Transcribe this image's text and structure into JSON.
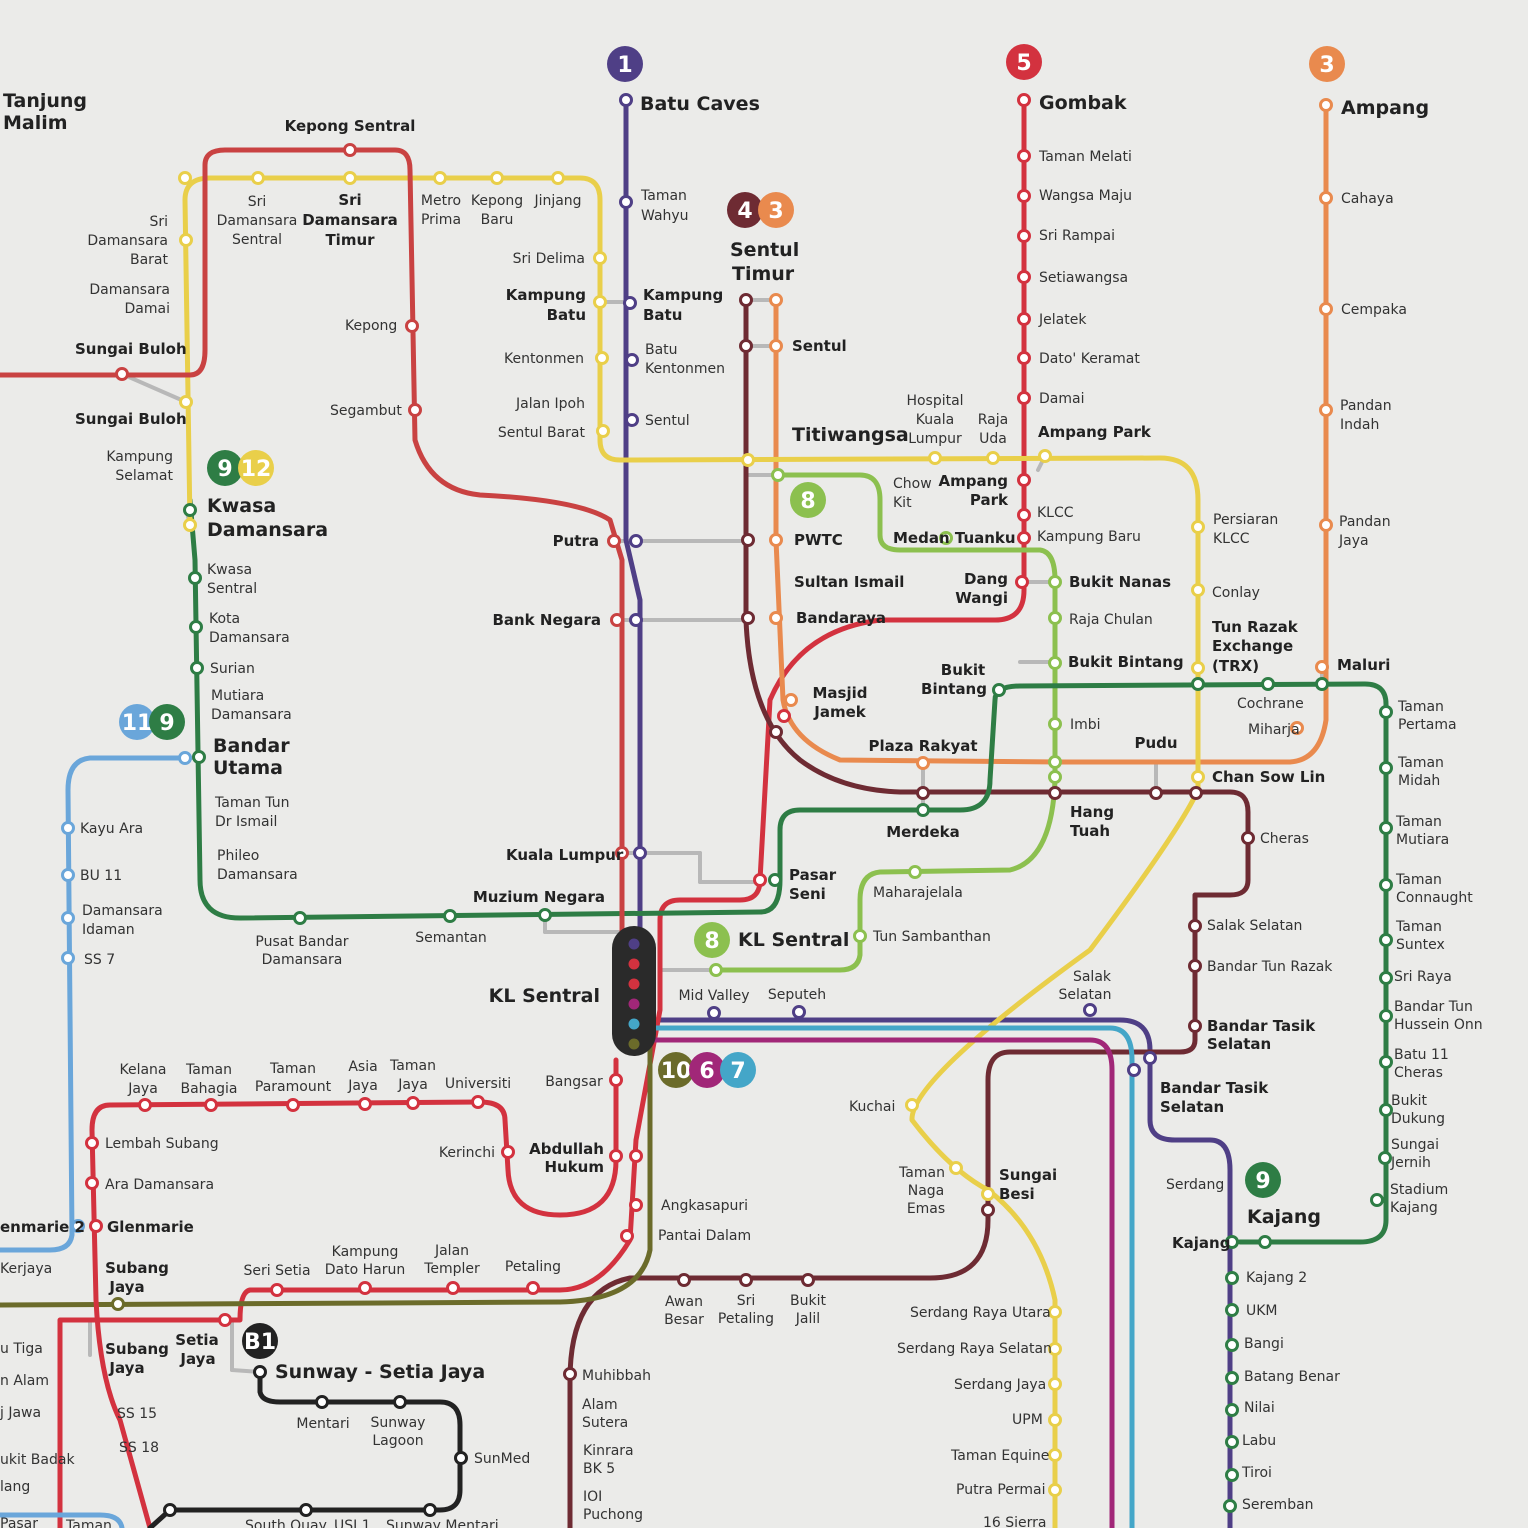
{
  "colors": {
    "line1": "#4f3f86",
    "line3": "#e98a4e",
    "line4": "#6e2b33",
    "line5": "#d3323f",
    "line8": "#8cc04f",
    "line9": "#2e7d45",
    "line11": "#6aa6da",
    "line12": "#e9cf4a",
    "olive": "#6b6b2a",
    "skybrt": "#44a6c8",
    "magenta": "#a12778",
    "transfer": "#b8b8b8",
    "brt": "#222222"
  },
  "badges": [
    {
      "text": "1",
      "color": "#4f3f86"
    },
    {
      "text": "5",
      "color": "#d3323f"
    },
    {
      "text": "3",
      "color": "#e98a4e"
    },
    {
      "text": "4",
      "color": "#6e2b33"
    },
    {
      "text": "3",
      "color": "#e98a4e"
    },
    {
      "text": "9",
      "color": "#2e7d45"
    },
    {
      "text": "12",
      "color": "#e9cf4a"
    },
    {
      "text": "8",
      "color": "#8cc04f"
    },
    {
      "text": "11",
      "color": "#6aa6da"
    },
    {
      "text": "9",
      "color": "#2e7d45"
    },
    {
      "text": "8",
      "color": "#8cc04f"
    },
    {
      "text": "10",
      "color": "#6b6b2a"
    },
    {
      "text": "6",
      "color": "#a12778"
    },
    {
      "text": "7",
      "color": "#44a6c8"
    },
    {
      "text": "9",
      "color": "#2e7d45"
    },
    {
      "text": "B1",
      "color": "#222222"
    }
  ],
  "labels": [
    "Tanjung",
    "Malim",
    "Kepong Sentral",
    "Batu Caves",
    "Gombak",
    "Ampang",
    "Sri",
    "Damansara",
    "Sentral",
    "Sri",
    "Damansara",
    "Timur",
    "Metro",
    "Prima",
    "Kepong",
    "Baru",
    "Jinjang",
    "Sri",
    "Damansara",
    "Barat",
    "Damansara",
    "Damai",
    "Sungai Buloh",
    "Sungai Buloh",
    "Kepong",
    "Segambut",
    "Sri Delima",
    "Kampung",
    "Batu",
    "Kentonmen",
    "Jalan Ipoh",
    "Sentul Barat",
    "Taman",
    "Wahyu",
    "Kampung",
    "Batu",
    "Batu",
    "Kentonmen",
    "Sentul",
    "Sentul",
    "Timur",
    "Sentul",
    "Titiwangsa",
    "Taman Melati",
    "Wangsa Maju",
    "Sri Rampai",
    "Setiawangsa",
    "Jelatek",
    "Dato' Keramat",
    "Damai",
    "Ampang Park",
    "Cahaya",
    "Cempaka",
    "Pandan",
    "Indah",
    "Pandan",
    "Jaya",
    "Hospital",
    "Kuala",
    "Lumpur",
    "Raja",
    "Uda",
    "Kampung",
    "Selamat",
    "Kwasa",
    "Damansara",
    "Kwasa",
    "Sentral",
    "Kota",
    "Damansara",
    "Surian",
    "Mutiara",
    "Damansara",
    "Chow",
    "Kit",
    "Ampang",
    "Park",
    "PWTC",
    "Medan Tuanku",
    "KLCC",
    "Kampung Baru",
    "Persiaran",
    "KLCC",
    "Putra",
    "Sultan Ismail",
    "Dang",
    "Wangi",
    "Bukit Nanas",
    "Conlay",
    "Bank Negara",
    "Bandaraya",
    "Raja Chulan",
    "Tun Razak",
    "Exchange",
    "(TRX)",
    "Maluri",
    "Bukit",
    "Bintang",
    "Bukit Bintang",
    "Masjid",
    "Jamek",
    "Cochrane",
    "Miharja",
    "Taman",
    "Pertama",
    "Imbi",
    "Pudu",
    "Plaza Rakyat",
    "Chan Sow Lin",
    "Taman",
    "Midah",
    "Bandar",
    "Utama",
    "Taman Tun",
    "Dr Ismail",
    "Kayu Ara",
    "Merdeka",
    "Hang",
    "Tuah",
    "Cheras",
    "Taman",
    "Mutiara",
    "Phileo",
    "Damansara",
    "BU 11",
    "Kuala Lumpur",
    "Pasar",
    "Seni",
    "Maharajelala",
    "Taman",
    "Connaught",
    "Muzium Negara",
    "Damansara",
    "Idaman",
    "Pusat Bandar",
    "Damansara",
    "Semantan",
    "Salak Selatan",
    "Taman",
    "Suntex",
    "SS 7",
    "KL Sentral",
    "Tun Sambanthan",
    "Bandar Tun Razak",
    "Sri Raya",
    "Salak",
    "Selatan",
    "KL Sentral",
    "Mid Valley",
    "Seputeh",
    "Bandar Tun",
    "Hussein Onn",
    "Bandar Tasik",
    "Selatan",
    "Kelana",
    "Jaya",
    "Taman",
    "Bahagia",
    "Taman",
    "Paramount",
    "Asia",
    "Jaya",
    "Taman",
    "Jaya",
    "Universiti",
    "Bangsar",
    "Batu 11",
    "Cheras",
    "Bandar Tasik",
    "Selatan",
    "Kuchai",
    "Bukit",
    "Dukung",
    "Lembah Subang",
    "Kerinchi",
    "Abdullah",
    "Hukum",
    "Sungai",
    "Jernih",
    "Taman",
    "Naga",
    "Emas",
    "Sungai",
    "Besi",
    "Serdang",
    "Ara Damansara",
    "Stadium",
    "Kajang",
    "Angkasapuri",
    "Kajang",
    "Kajang",
    "Glenmarie",
    "enmarie 2",
    "Pantai Dalam",
    "Kerjaya",
    "Subang",
    "Jaya",
    "Seri Setia",
    "Kampung",
    "Dato Harun",
    "Jalan",
    "Templer",
    "Petaling",
    "Kajang 2",
    "Awan",
    "Besar",
    "Sri",
    "Petaling",
    "Bukit",
    "Jalil",
    "Serdang Raya Utara",
    "UKM",
    "Subang",
    "Jaya",
    "Setia",
    "Jaya",
    "u Tiga",
    "Bangi",
    "Serdang Raya Selatan",
    "Sunway - Setia Jaya",
    "Muhibbah",
    "Batang Benar",
    "n Alam",
    "Serdang Jaya",
    "Mentari",
    "Sunway",
    "Lagoon",
    "Alam",
    "Sutera",
    "SS 15",
    "UPM",
    "Nilai",
    "j Jawa",
    "Labu",
    "Kinrara",
    "BK 5",
    "SS 18",
    "SunMed",
    "Taman Equine",
    "ukit Badak",
    "Tiroi",
    "Putra Permai",
    "IOI",
    "Puchong",
    "Seremban",
    "lang",
    "16 Sierra",
    "Pasar",
    "Taman",
    "South Quay",
    "USJ 1",
    "Sunway Mentari"
  ]
}
